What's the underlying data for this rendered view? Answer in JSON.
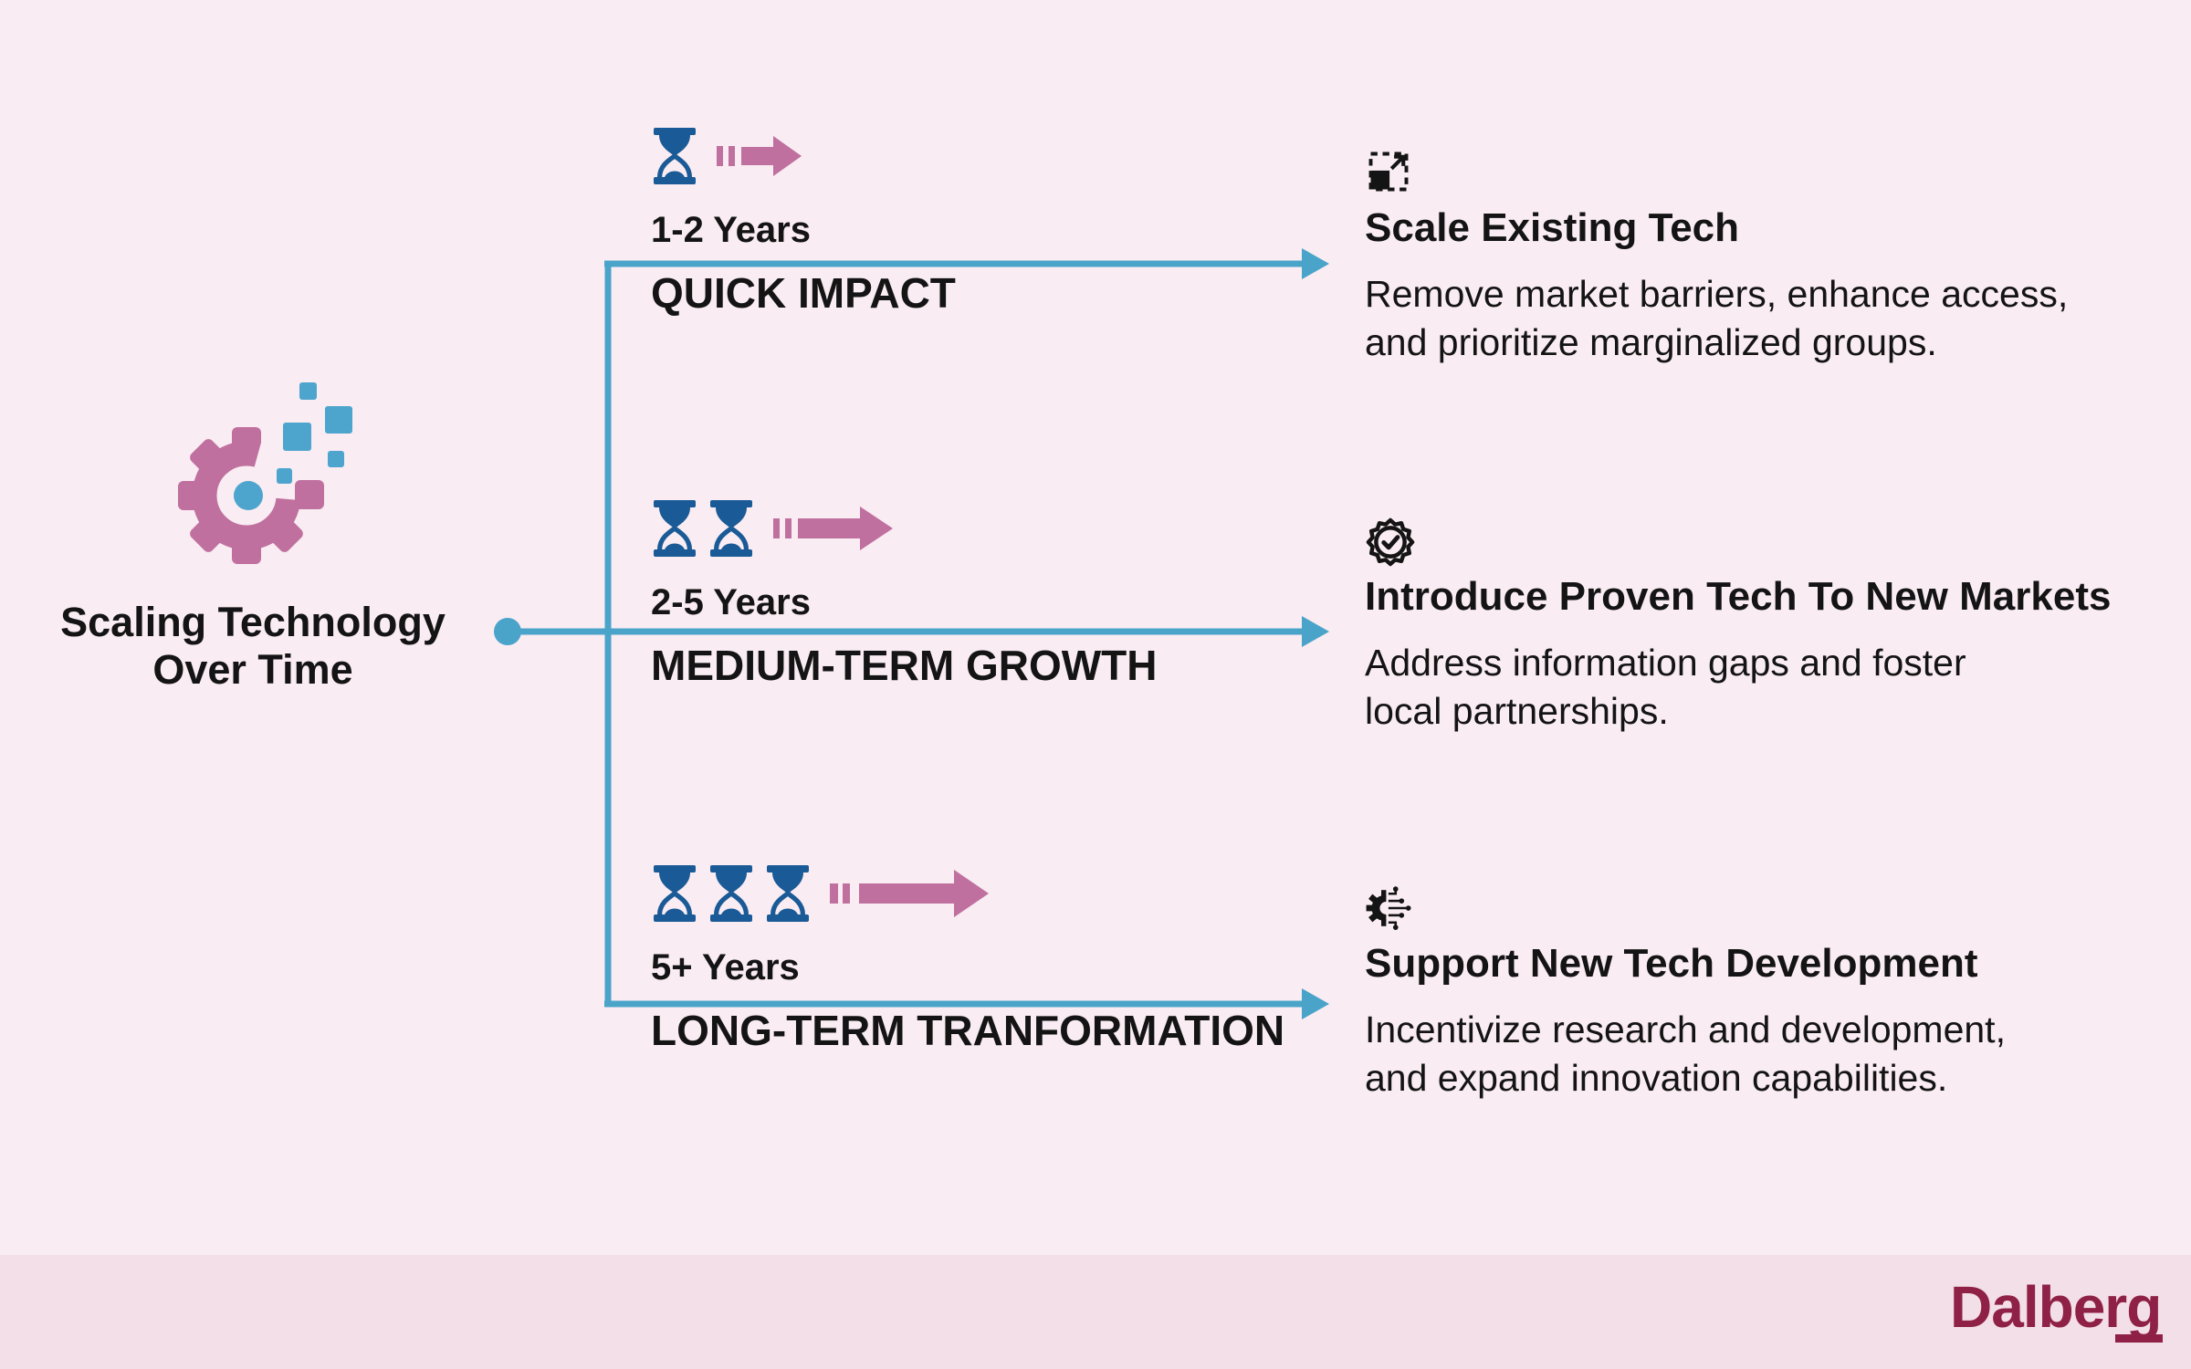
{
  "title": {
    "line1": "Scaling Technology",
    "line2": "Over Time"
  },
  "branches": [
    {
      "duration": "1-2 Years",
      "phase": "QUICK IMPACT",
      "hourglass_count": 1,
      "outcome": {
        "icon": "scale-expand-icon",
        "heading": "Scale Existing Tech",
        "description_line1": "Remove market barriers, enhance access,",
        "description_line2": "and prioritize marginalized groups."
      }
    },
    {
      "duration": "2-5 Years",
      "phase": "MEDIUM-TERM GROWTH",
      "hourglass_count": 2,
      "outcome": {
        "icon": "badge-check-icon",
        "heading": "Introduce Proven Tech To New Markets",
        "description_line1": "Address information gaps and foster",
        "description_line2": "local partnerships."
      }
    },
    {
      "duration": "5+ Years",
      "phase": "LONG-TERM TRANFORMATION",
      "hourglass_count": 3,
      "outcome": {
        "icon": "tech-development-icon",
        "heading": "Support New Tech Development",
        "description_line1": "Incentivize research and development,",
        "description_line2": "and expand innovation capabilities."
      }
    }
  ],
  "footer": {
    "brand": "Dalberg"
  },
  "colors": {
    "background": "#f9ecf2",
    "footer_band": "#f3dfe7",
    "accent_pink": "#c0709e",
    "hourglass_blue": "#1a5a96",
    "line_blue": "#4aa3c9",
    "square_blue": "#4da5ce",
    "text": "#141414",
    "brand_maroon": "#8e2145"
  }
}
